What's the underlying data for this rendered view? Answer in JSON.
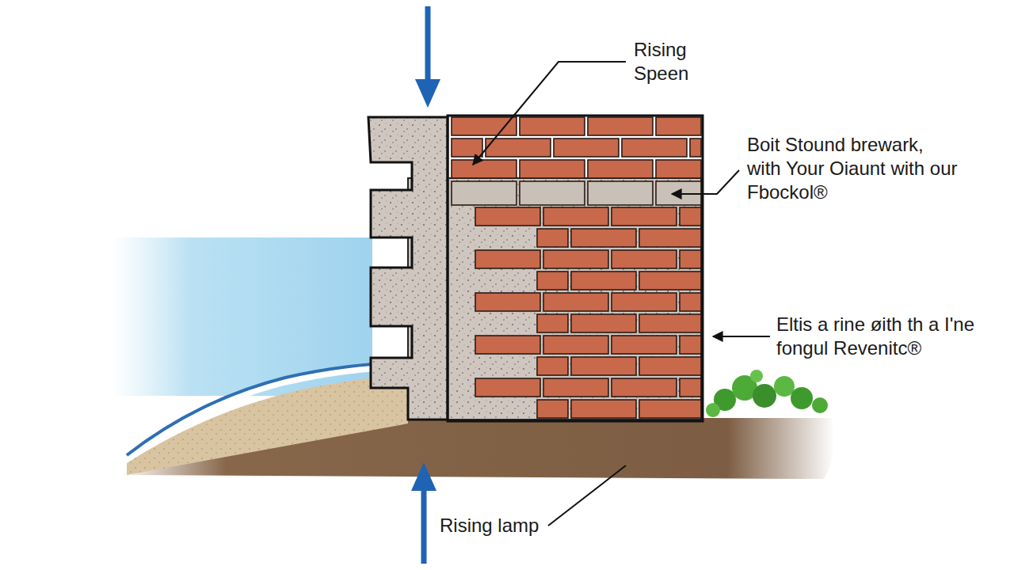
{
  "diagram": {
    "labels": [
      "Rising Speen",
      "Boit Stound brewark, with Your Oiaunt with our Fbockol®",
      "Eltis a rine øith th a I'ne fongul Revenitc®",
      "Rising lamp"
    ]
  }
}
